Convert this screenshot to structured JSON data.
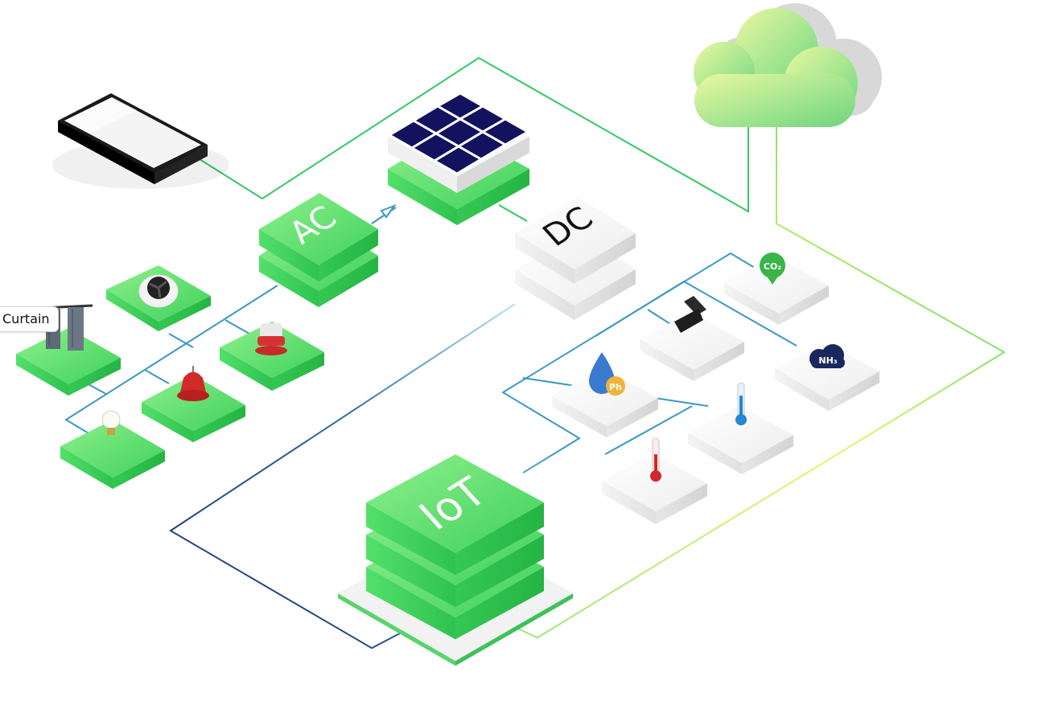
{
  "nodes": {
    "ac": {
      "label": "AC"
    },
    "dc": {
      "label": "DC"
    },
    "iot": {
      "label": "IoT"
    },
    "curtain": {
      "label": "Curtain"
    },
    "co2": {
      "label": "CO₂"
    },
    "nh3": {
      "label": "NH₃"
    },
    "ph": {
      "label": "Ph"
    }
  },
  "colors": {
    "green_line": "#36c96a",
    "lime_line": "#d7f56a",
    "blue_line": "#3a98c4",
    "navy_line": "#1f3b6e",
    "green_block": "#4fd86a",
    "solar_cell": "#12125e"
  },
  "icons": [
    "smartphone-icon",
    "cloud-icon",
    "solar-panel-icon",
    "fan-icon",
    "curtain-icon",
    "drinker-icon",
    "feeder-icon",
    "bulb-icon",
    "co2-sensor-icon",
    "camera-icon",
    "ph-sensor-icon",
    "nh3-sensor-icon",
    "thermometer-icon"
  ]
}
